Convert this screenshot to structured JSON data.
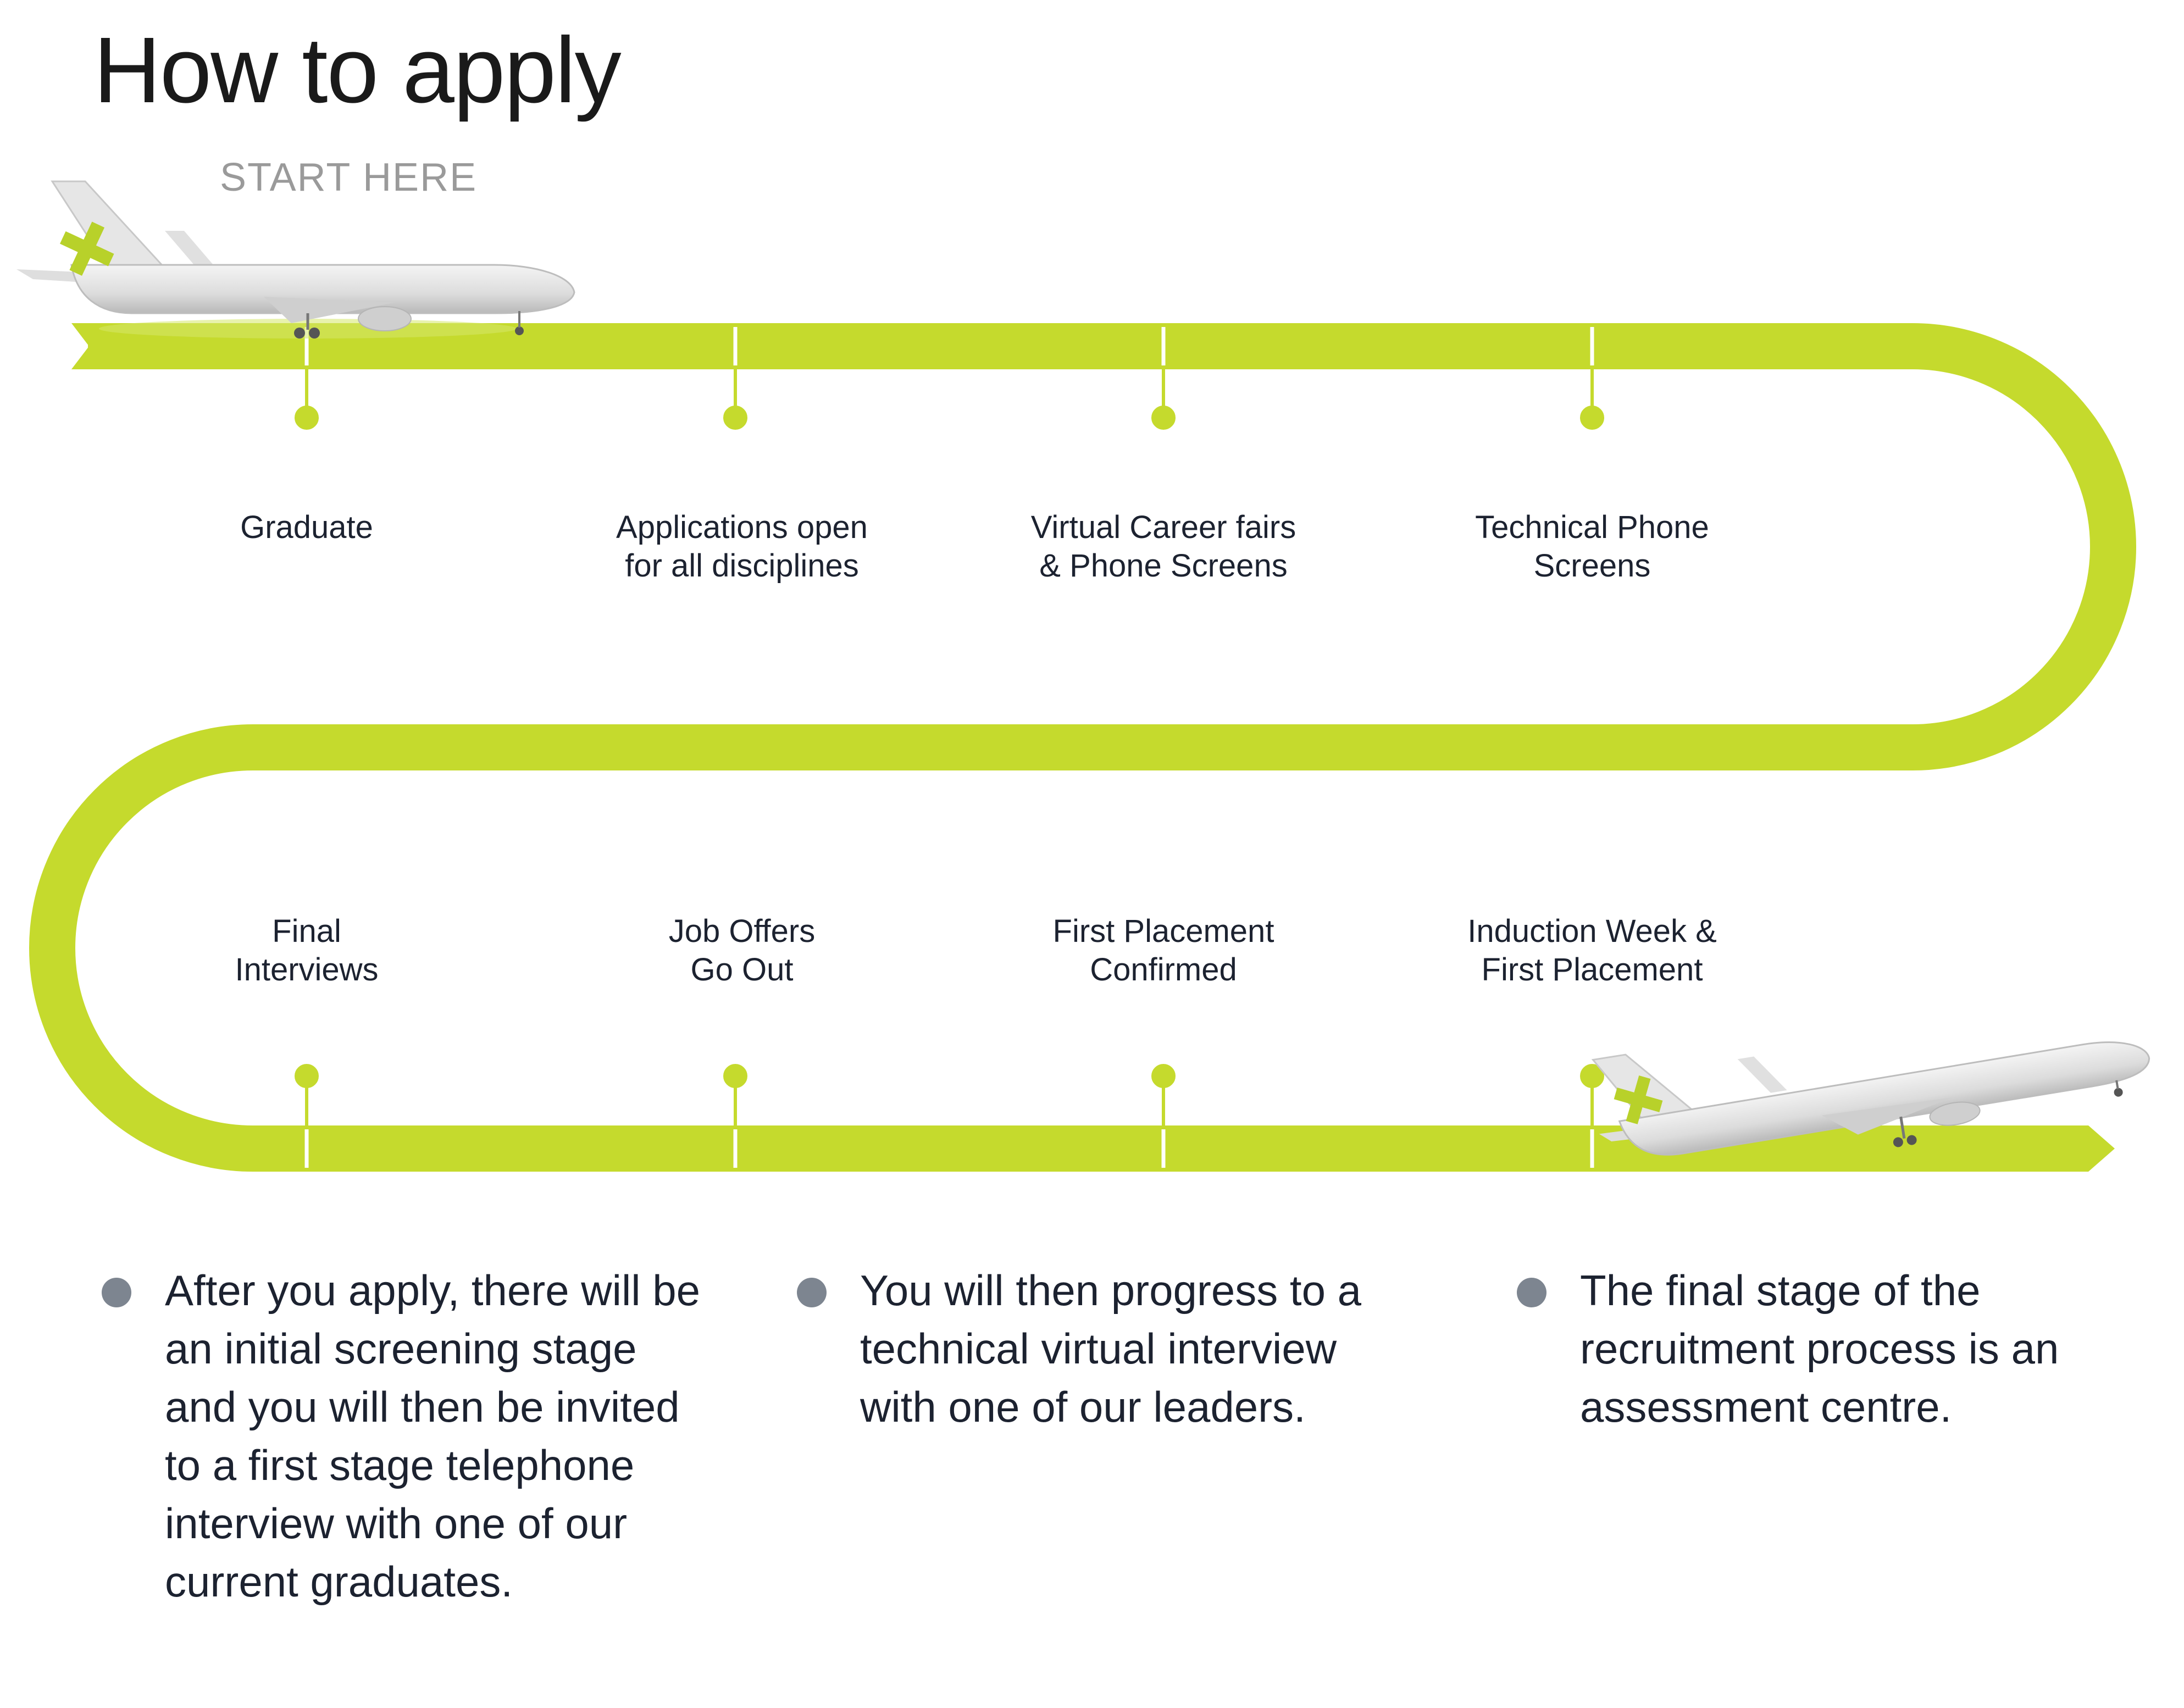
{
  "title": "How to apply",
  "start_label": "START HERE",
  "colors": {
    "route": "#c5da2d",
    "text": "#1c2230",
    "bullet_dot": "#7d8590",
    "start_label": "#9a9a9a"
  },
  "steps_top": [
    {
      "label_lines": [
        "Graduate"
      ]
    },
    {
      "label_lines": [
        "Applications open",
        "for all disciplines"
      ]
    },
    {
      "label_lines": [
        "Virtual Career fairs",
        "& Phone Screens"
      ]
    },
    {
      "label_lines": [
        "Technical Phone",
        "Screens"
      ]
    }
  ],
  "steps_bottom": [
    {
      "label_lines": [
        "Final",
        "Interviews"
      ]
    },
    {
      "label_lines": [
        "Job Offers",
        "Go Out"
      ]
    },
    {
      "label_lines": [
        "First Placement",
        "Confirmed"
      ]
    },
    {
      "label_lines": [
        "Induction Week &",
        "First Placement"
      ]
    }
  ],
  "bullets": [
    {
      "text": "After you apply, there will be an initial screening stage and you will then be invited to a first stage telephone interview with one of our current graduates."
    },
    {
      "text": "You will then progress to a technical virtual interview with one of our leaders."
    },
    {
      "text": "The final stage of the recruitment process is an assessment centre."
    }
  ],
  "icons": [
    "airplane-icon",
    "airplane-takeoff-icon"
  ]
}
